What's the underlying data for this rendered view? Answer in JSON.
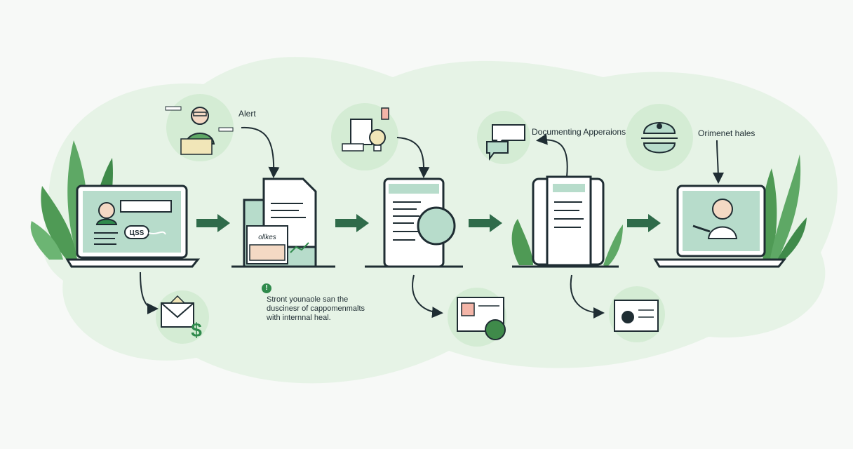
{
  "labels": {
    "alert": "Alert",
    "documenting": "Documenting Apperaions",
    "ornament": "Orimenet hales",
    "laptop_badge": "ЦSS",
    "doc_badge": "ollkes",
    "note_icon": "!"
  },
  "note": {
    "line1": "Stront younaole san the",
    "line2": "duscinesr of cappomenmalts",
    "line3": "with internnal heal."
  },
  "colors": {
    "blob": "#e6f3e6",
    "accent": "#2f8a4c",
    "screen": "#b7dccb",
    "outline": "#1f2d33",
    "leaf": "#4f9a55"
  }
}
